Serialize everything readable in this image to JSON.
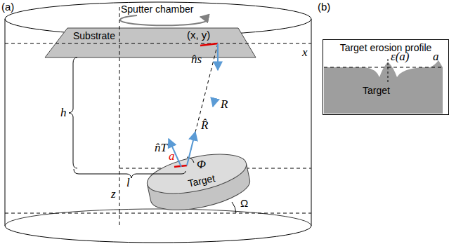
{
  "diagram": {
    "nodes": [
      {
        "text": [
          "Sputter chamber"
        ]
      },
      {
        "text": [
          "Substrate"
        ],
        "in": 0
      },
      {
        "text": [
          "Target"
        ],
        "in": 0
      },
      {
        "text": [
          "Target erosion profile"
        ]
      },
      {
        "text": [
          "Target"
        ],
        "in": 3
      }
    ],
    "labels": [
      "(a)",
      "(x, y)",
      "x",
      "n̂s",
      "R⃗",
      "R̂",
      "n̂T",
      "a",
      "Φ",
      "h",
      "l",
      "z",
      "Ω",
      "(b)",
      "ε(a)",
      "a"
    ]
  }
}
